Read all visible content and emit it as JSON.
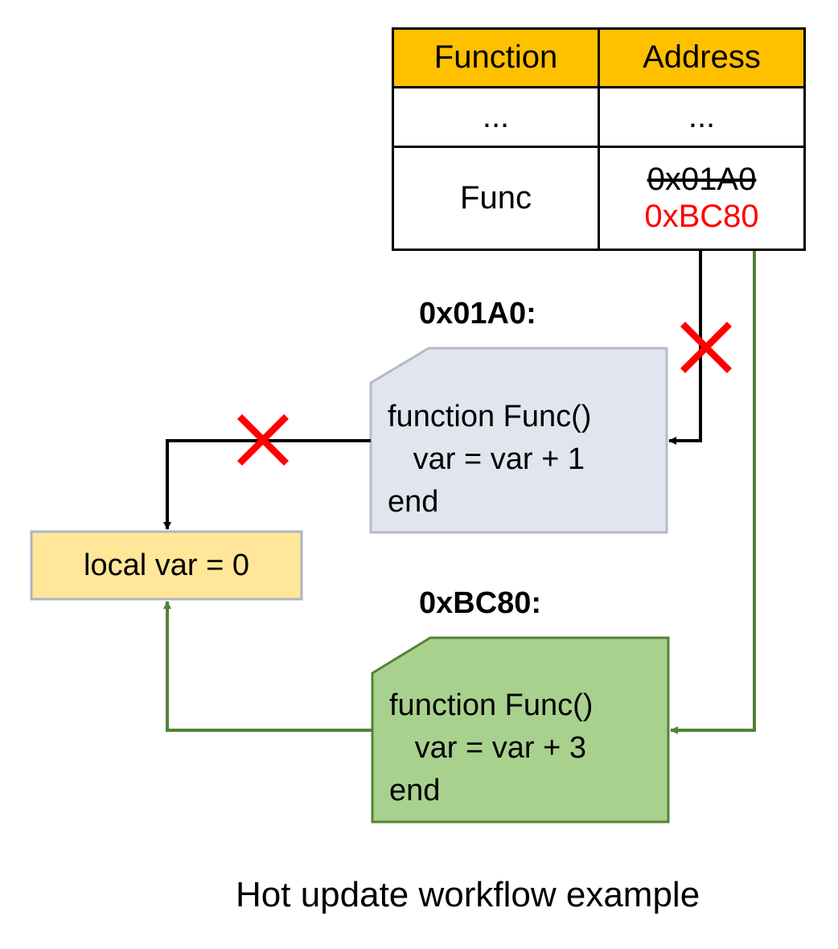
{
  "table": {
    "headers": [
      "Function",
      "Address"
    ],
    "rows": [
      {
        "function": "...",
        "address": "..."
      },
      {
        "function": "Func",
        "old_address": "0x01A0",
        "new_address": "0xBC80"
      }
    ],
    "header_color": "#FFC000",
    "new_address_color": "#FF0000"
  },
  "old_block": {
    "label": "0x01A0:",
    "lines": [
      "function Func()",
      "   var = var + 1",
      "end"
    ],
    "fill": "#E1E5EE",
    "stroke": "#B4BAC6"
  },
  "new_block": {
    "label": "0xBC80:",
    "lines": [
      "function Func()",
      "   var = var + 3",
      "end"
    ],
    "fill": "#A9D18E",
    "stroke": "#548235"
  },
  "local_var": {
    "text": "local var = 0",
    "fill": "#FFE699",
    "stroke": "#ADB5C4"
  },
  "connectors": {
    "old_path_color": "#000000",
    "new_path_color": "#548235",
    "cross_color": "#FF0000"
  },
  "caption": "Hot update workflow example"
}
